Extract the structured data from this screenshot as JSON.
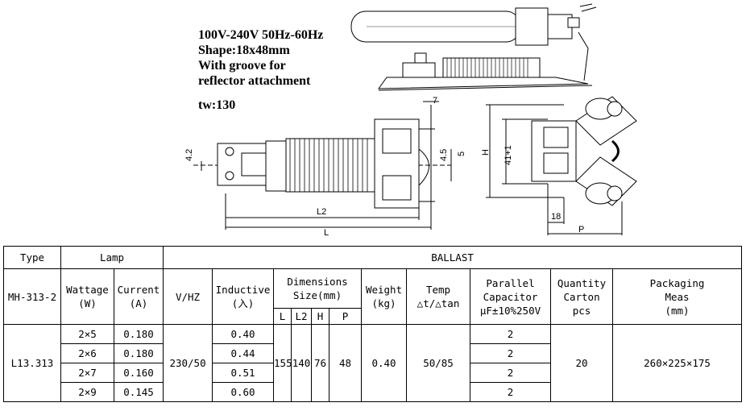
{
  "spec": {
    "lines": [
      "100V-240V 50Hz-60Hz",
      "Shape:18x48mm",
      "With groove for",
      "reflector attachment"
    ],
    "tw": "tw:130"
  },
  "drawing_labels": {
    "dim_7": "7",
    "dim_42": "4.2",
    "dim_45": "4.5",
    "dim_5": "5",
    "dim_L2": "L2",
    "dim_L": "L",
    "dim_H": "H",
    "dim_41": "41+1",
    "dim_18": "18",
    "dim_P": "P"
  },
  "table": {
    "type_label": "Type",
    "lamp_label": "Lamp",
    "ballast_label": "BALLAST",
    "model": "MH-313-2",
    "wattage": [
      "Wattage",
      "(W)"
    ],
    "current": [
      "Current",
      "(A)"
    ],
    "vhz": "V/HZ",
    "inductive": [
      "Inductive",
      "(入)"
    ],
    "dimensions": [
      "Dimensions",
      "Size(mm)"
    ],
    "dim_cols": [
      "L",
      "L2",
      "H",
      "P"
    ],
    "weight": [
      "Weight",
      "(kg)"
    ],
    "temp": [
      "Temp",
      "△t/△tan"
    ],
    "capacitor": [
      "Parallel",
      "Capacitor",
      "μF±10%250V"
    ],
    "quantity": [
      "Quantity",
      "Carton",
      "pcs"
    ],
    "packaging": [
      "Packaging",
      "Meas",
      "(mm)"
    ],
    "row_type": "L13.313",
    "rows": [
      {
        "watt": "2×5",
        "current": "0.180",
        "inductive": "0.40",
        "cap": "2"
      },
      {
        "watt": "2×6",
        "current": "0.180",
        "inductive": "0.44",
        "cap": "2"
      },
      {
        "watt": "2×7",
        "current": "0.160",
        "inductive": "0.51",
        "cap": "2"
      },
      {
        "watt": "2×9",
        "current": "0.145",
        "inductive": "0.60",
        "cap": "2"
      }
    ],
    "vhz_value": "230/50",
    "dim_values": [
      "155",
      "140",
      "76",
      "48"
    ],
    "weight_value": "0.40",
    "temp_value": "50/85",
    "quantity_value": "20",
    "packaging_value": "260×225×175"
  }
}
